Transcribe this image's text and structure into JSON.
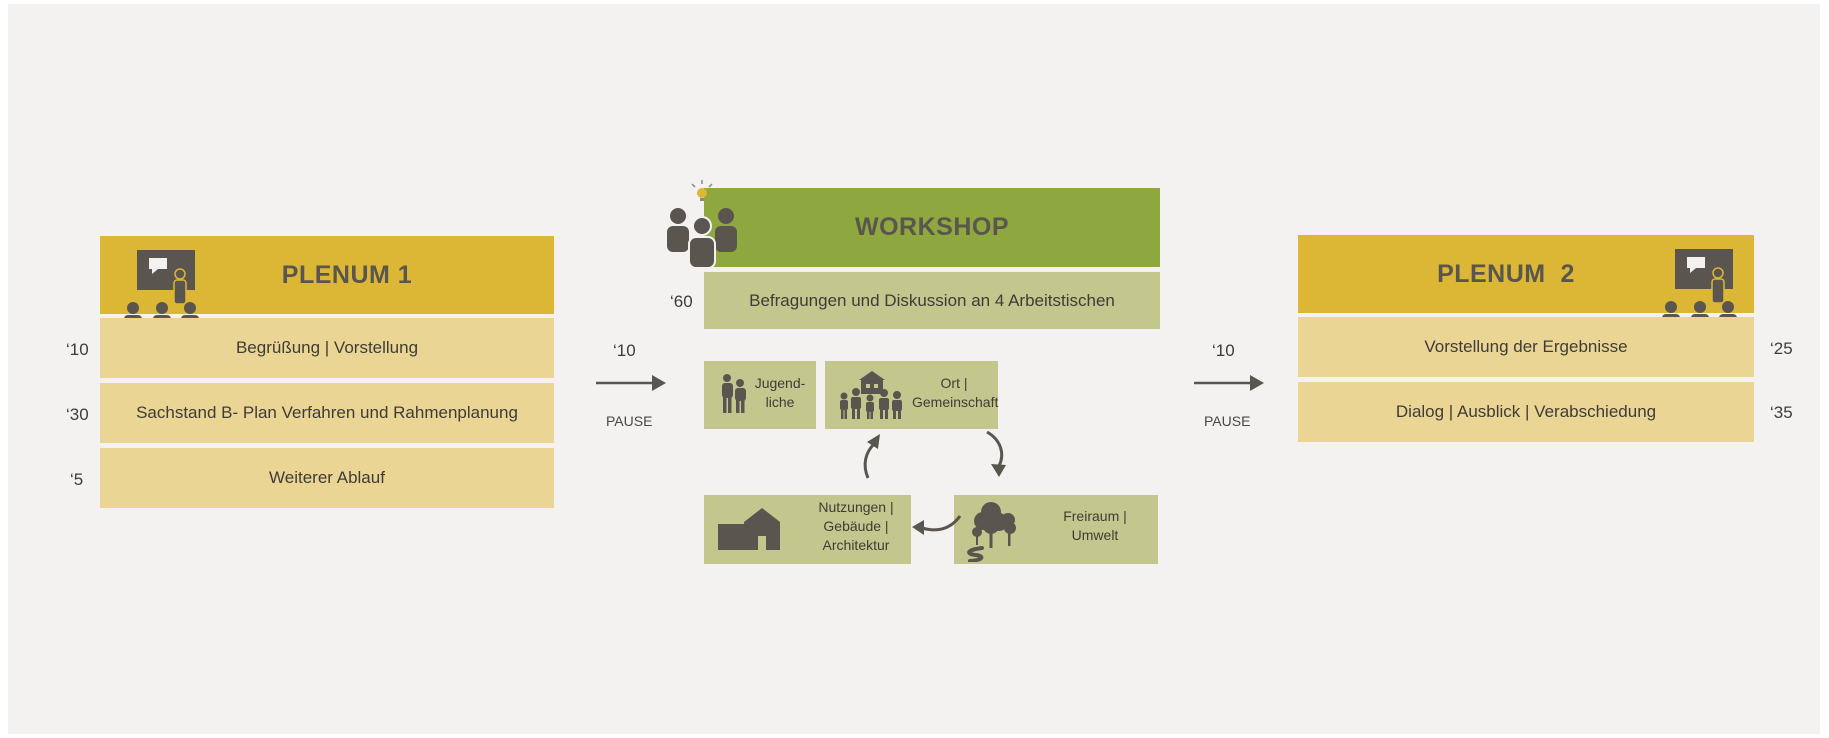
{
  "colors": {
    "background": "#f3f2f1",
    "plenum_header": "#dbb735",
    "plenum_row": "#ebd594",
    "workshop_header": "#8ea73e",
    "workshop_box": "#c3c78d",
    "icon": "#5a564f",
    "arrow": "#5a564f"
  },
  "plenum1": {
    "title": "PLENUM 1",
    "items": [
      {
        "time": "‘10",
        "label": "Begrüßung | Vorstellung"
      },
      {
        "time": "‘30",
        "label": "Sachstand B- Plan Verfahren und Rahmenplanung"
      },
      {
        "time": "‘5",
        "label": "Weiterer Ablauf"
      }
    ]
  },
  "transition1": {
    "time": "‘10",
    "label": "PAUSE"
  },
  "workshop": {
    "title": "WORKSHOP",
    "time": "‘60",
    "subtitle": "Befragungen und Diskussion an 4 Arbeitstischen",
    "tables": [
      {
        "line1": "Jugend-",
        "line2": "liche",
        "icon": "youth-icon"
      },
      {
        "line1": "Ort |",
        "line2": "Gemeinschaft",
        "icon": "community-icon"
      },
      {
        "line1": "Freiraum |",
        "line2": "Umwelt",
        "icon": "tree-icon"
      },
      {
        "line1": "Nutzungen |",
        "line2": "Gebäude |",
        "line3": "Architektur",
        "icon": "house-icon"
      }
    ]
  },
  "transition2": {
    "time": "‘10",
    "label": "PAUSE"
  },
  "plenum2": {
    "title": "PLENUM  2",
    "items": [
      {
        "time": "‘25",
        "label": "Vorstellung der Ergebnisse"
      },
      {
        "time": "‘35",
        "label": "Dialog | Ausblick | Verabschiedung"
      }
    ]
  }
}
